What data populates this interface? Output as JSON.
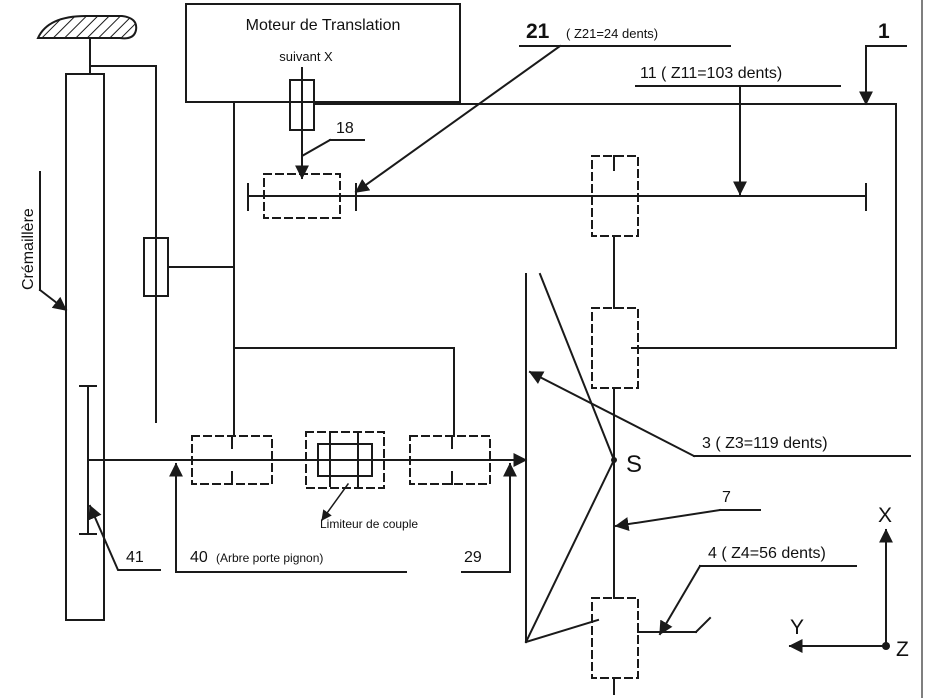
{
  "diagram": {
    "motor_title_line1": "Moteur de Translation",
    "motor_title_line2": "suivant X",
    "label_1": "1",
    "label_21": "21",
    "label_21_detail": "( Z21=24 dents)",
    "label_11": "11 ( Z11=103 dents)",
    "label_18": "18",
    "label_rack": "Crémaillère",
    "label_3": "3 ( Z3=119 dents)",
    "label_S": "S",
    "label_7": "7",
    "label_4": "4 ( Z4=56 dents)",
    "label_41": "41",
    "label_40": "40",
    "label_40_detail": "(Arbre porte pignon)",
    "label_29": "29",
    "label_torque_limiter": "Limiteur de couple",
    "axis_x": "X",
    "axis_y": "Y",
    "axis_z": "Z"
  }
}
